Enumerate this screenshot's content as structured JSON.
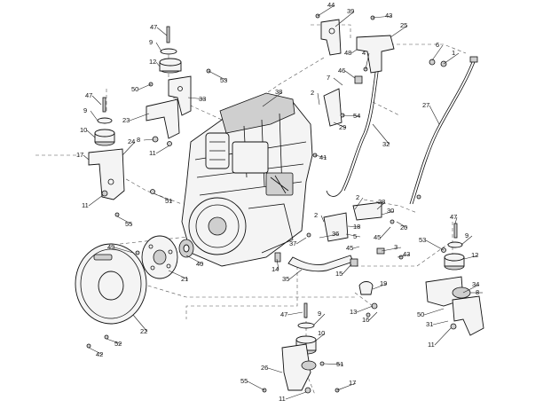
{
  "diagram": {
    "footer_id": "",
    "callouts": [
      {
        "id": "c44a",
        "label": "44"
      },
      {
        "id": "c39",
        "label": "39"
      },
      {
        "id": "c43a",
        "label": "43"
      },
      {
        "id": "c25",
        "label": "25"
      },
      {
        "id": "c47a",
        "label": "47"
      },
      {
        "id": "c9a",
        "label": "9"
      },
      {
        "id": "c48",
        "label": "48"
      },
      {
        "id": "c4a",
        "label": "4"
      },
      {
        "id": "c6",
        "label": "6"
      },
      {
        "id": "c1",
        "label": "1"
      },
      {
        "id": "c12a",
        "label": "12"
      },
      {
        "id": "c53a",
        "label": "53"
      },
      {
        "id": "c46",
        "label": "46"
      },
      {
        "id": "c7",
        "label": "7"
      },
      {
        "id": "c50a",
        "label": "50"
      },
      {
        "id": "c33",
        "label": "33"
      },
      {
        "id": "c38",
        "label": "38"
      },
      {
        "id": "c2a",
        "label": "2"
      },
      {
        "id": "c47b",
        "label": "47"
      },
      {
        "id": "c27",
        "label": "27"
      },
      {
        "id": "c9b",
        "label": "9"
      },
      {
        "id": "c23",
        "label": "23"
      },
      {
        "id": "c54",
        "label": "54"
      },
      {
        "id": "c29",
        "label": "29"
      },
      {
        "id": "c10a",
        "label": "10"
      },
      {
        "id": "c8a",
        "label": "8"
      },
      {
        "id": "c24",
        "label": "24"
      },
      {
        "id": "c32",
        "label": "32"
      },
      {
        "id": "c17a",
        "label": "17"
      },
      {
        "id": "c11a",
        "label": "11"
      },
      {
        "id": "c41",
        "label": "41"
      },
      {
        "id": "c11b",
        "label": "11"
      },
      {
        "id": "c51a",
        "label": "51"
      },
      {
        "id": "c2b",
        "label": "2"
      },
      {
        "id": "c28",
        "label": "28"
      },
      {
        "id": "c30",
        "label": "30"
      },
      {
        "id": "c55a",
        "label": "55"
      },
      {
        "id": "c2c",
        "label": "2"
      },
      {
        "id": "c18",
        "label": "18"
      },
      {
        "id": "c5",
        "label": "5"
      },
      {
        "id": "c45a",
        "label": "45"
      },
      {
        "id": "c20",
        "label": "20"
      },
      {
        "id": "c47c",
        "label": "47"
      },
      {
        "id": "c36",
        "label": "36"
      },
      {
        "id": "c37",
        "label": "37"
      },
      {
        "id": "c45b",
        "label": "45"
      },
      {
        "id": "c3",
        "label": "3"
      },
      {
        "id": "c53b",
        "label": "53"
      },
      {
        "id": "c9c",
        "label": "9"
      },
      {
        "id": "c49",
        "label": "49"
      },
      {
        "id": "c43b",
        "label": "43"
      },
      {
        "id": "c12b",
        "label": "12"
      },
      {
        "id": "c14",
        "label": "14"
      },
      {
        "id": "c15",
        "label": "15"
      },
      {
        "id": "c40",
        "label": "40"
      },
      {
        "id": "c21",
        "label": "21"
      },
      {
        "id": "c35",
        "label": "35"
      },
      {
        "id": "c19",
        "label": "19"
      },
      {
        "id": "c34",
        "label": "34"
      },
      {
        "id": "c8b",
        "label": "8"
      },
      {
        "id": "c13",
        "label": "13"
      },
      {
        "id": "c16",
        "label": "16"
      },
      {
        "id": "c47d",
        "label": "47"
      },
      {
        "id": "c9d",
        "label": "9"
      },
      {
        "id": "c50b",
        "label": "50"
      },
      {
        "id": "c31",
        "label": "31"
      },
      {
        "id": "c22",
        "label": "22"
      },
      {
        "id": "c10b",
        "label": "10"
      },
      {
        "id": "c11c",
        "label": "11"
      },
      {
        "id": "c52",
        "label": "52"
      },
      {
        "id": "c42",
        "label": "42"
      },
      {
        "id": "c51b",
        "label": "51"
      },
      {
        "id": "c26",
        "label": "26"
      },
      {
        "id": "c55b",
        "label": "55"
      },
      {
        "id": "c17b",
        "label": "17"
      },
      {
        "id": "c11d",
        "label": "11"
      }
    ]
  }
}
